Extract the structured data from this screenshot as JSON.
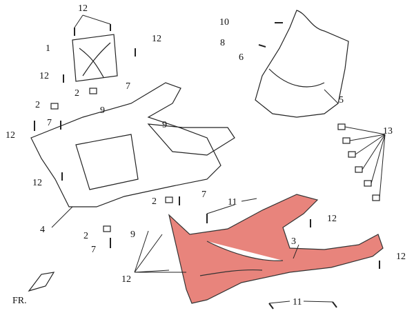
{
  "diagram": {
    "highlight_color": "#e8847c",
    "labels": [
      {
        "id": "12",
        "pos": "top-bolts"
      },
      {
        "id": "12",
        "pos": "upper-right-bolt"
      },
      {
        "id": "1",
        "pos": "bracket"
      },
      {
        "id": "12",
        "pos": "left-bolt"
      },
      {
        "id": "2",
        "pos": "upper-clip"
      },
      {
        "id": "7",
        "pos": "upper-screw"
      },
      {
        "id": "2",
        "pos": "left-clip"
      },
      {
        "id": "9",
        "pos": "upper-nut"
      },
      {
        "id": "7",
        "pos": "left-screw"
      },
      {
        "id": "12",
        "pos": "far-left-bolt"
      },
      {
        "id": "9",
        "pos": "mid-nut"
      },
      {
        "id": "12",
        "pos": "lower-left-bolt"
      },
      {
        "id": "2",
        "pos": "mid-clip"
      },
      {
        "id": "7",
        "pos": "mid-screw"
      },
      {
        "id": "4",
        "pos": "floor-panel"
      },
      {
        "id": "2",
        "pos": "lower-clip"
      },
      {
        "id": "9",
        "pos": "lower-nut"
      },
      {
        "id": "7",
        "pos": "lower-screw"
      },
      {
        "id": "12",
        "pos": "bottom-bolts"
      },
      {
        "id": "10",
        "pos": "shield-bolt"
      },
      {
        "id": "8",
        "pos": "shield-screw"
      },
      {
        "id": "6",
        "pos": "shield-hook"
      },
      {
        "id": "5",
        "pos": "leg-shield"
      },
      {
        "id": "13",
        "pos": "clips"
      },
      {
        "id": "11",
        "pos": "under-screw-top"
      },
      {
        "id": "12",
        "pos": "under-bolt-right"
      },
      {
        "id": "3",
        "pos": "under-cover"
      },
      {
        "id": "12",
        "pos": "far-right-bolt"
      },
      {
        "id": "11",
        "pos": "under-screw-bottom"
      }
    ],
    "front_label": "FR."
  }
}
